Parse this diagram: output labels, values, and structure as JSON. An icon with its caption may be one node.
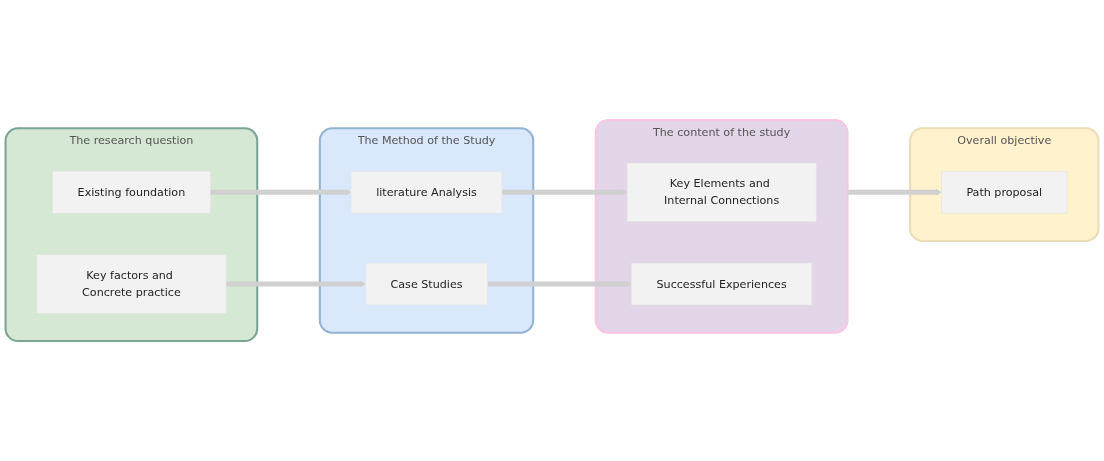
{
  "diagram": {
    "nodes": [
      {
        "text": [
          "The research question"
        ]
      },
      {
        "text": [
          "Existing foundation"
        ],
        "in": 0
      },
      {
        "text": [
          "Key factors and Concrete practice"
        ],
        "in": 0
      },
      {
        "text": [
          "The Method of the Study"
        ]
      },
      {
        "text": [
          "literature Analysis"
        ],
        "in": 3
      },
      {
        "text": [
          "Case Studies"
        ],
        "in": 3
      },
      {
        "text": [
          "The content of the study"
        ]
      },
      {
        "text": [
          "Key Elements and Internal Connections"
        ],
        "in": 6
      },
      {
        "text": [
          "Successful Experiences"
        ],
        "in": 6
      },
      {
        "text": [
          "Overall objective"
        ]
      },
      {
        "text": [
          "Path proposal"
        ],
        "in": 9
      }
    ],
    "edges": [
      {
        "from": 1,
        "to": 4,
        "arrow": "to"
      },
      {
        "from": 4,
        "to": 7,
        "arrow": "to"
      },
      {
        "from": 2,
        "to": 5,
        "arrow": "to"
      },
      {
        "from": 5,
        "to": 8,
        "arrow": "to"
      },
      {
        "from": 6,
        "to": 10,
        "arrow": "to"
      }
    ]
  }
}
